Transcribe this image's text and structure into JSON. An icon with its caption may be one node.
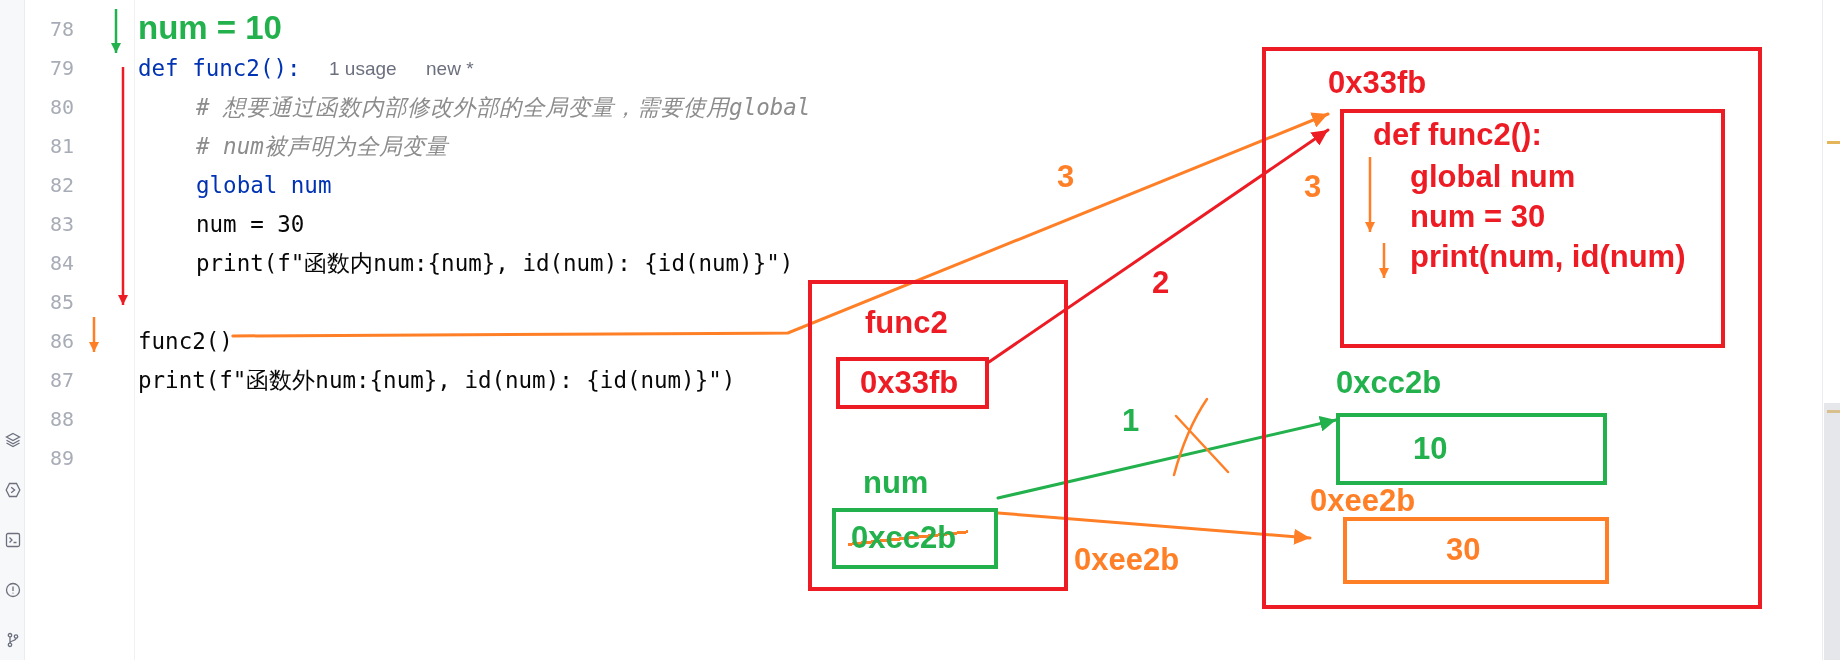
{
  "diagram": {
    "nodes": [
      {
        "text": [
          "func2()"
        ]
      },
      {
        "text": [],
        "shape": "box"
      },
      {
        "text": [
          "func2",
          "0x33fb"
        ],
        "in": 1
      },
      {
        "text": [
          "num",
          "0xcc2b"
        ],
        "in": 1
      },
      {
        "text": [],
        "shape": "box"
      },
      {
        "text": [
          "0x33fb",
          "def func2():",
          "global num",
          "num = 30",
          "print(num, id(num)"
        ],
        "in": 4
      },
      {
        "text": [
          "0xcc2b",
          "10"
        ],
        "in": 4
      },
      {
        "text": [
          "0xee2b",
          "30"
        ],
        "in": 4
      }
    ],
    "edges": [
      {
        "from": 0,
        "to": 5,
        "arrow": "to",
        "label": "3"
      },
      {
        "from": 2,
        "to": 5,
        "arrow": "to",
        "label": "2",
        "color": "#ed1c24"
      },
      {
        "from": 3,
        "to": 6,
        "arrow": "to",
        "label": "1",
        "color": "#22b14c"
      },
      {
        "from": 3,
        "to": 7,
        "arrow": "to"
      }
    ],
    "labels": [
      "78",
      "num = 10",
      "79",
      "def func2():",
      "1 usage",
      "new *",
      "80",
      "# 想要通过函数内部修改外部的全局变量，需要使用global",
      "81",
      "# num被声明为全局变量",
      "82",
      "global num",
      "83",
      "num = 30",
      "84",
      "print(f\"函数内num:{num}, id(num): {id(num)}\")",
      "85",
      "86",
      "87",
      "print(f\"函数外num:{num}, id(num): {id(num)}\")",
      "88",
      "89",
      "3",
      "0xee2b"
    ]
  }
}
